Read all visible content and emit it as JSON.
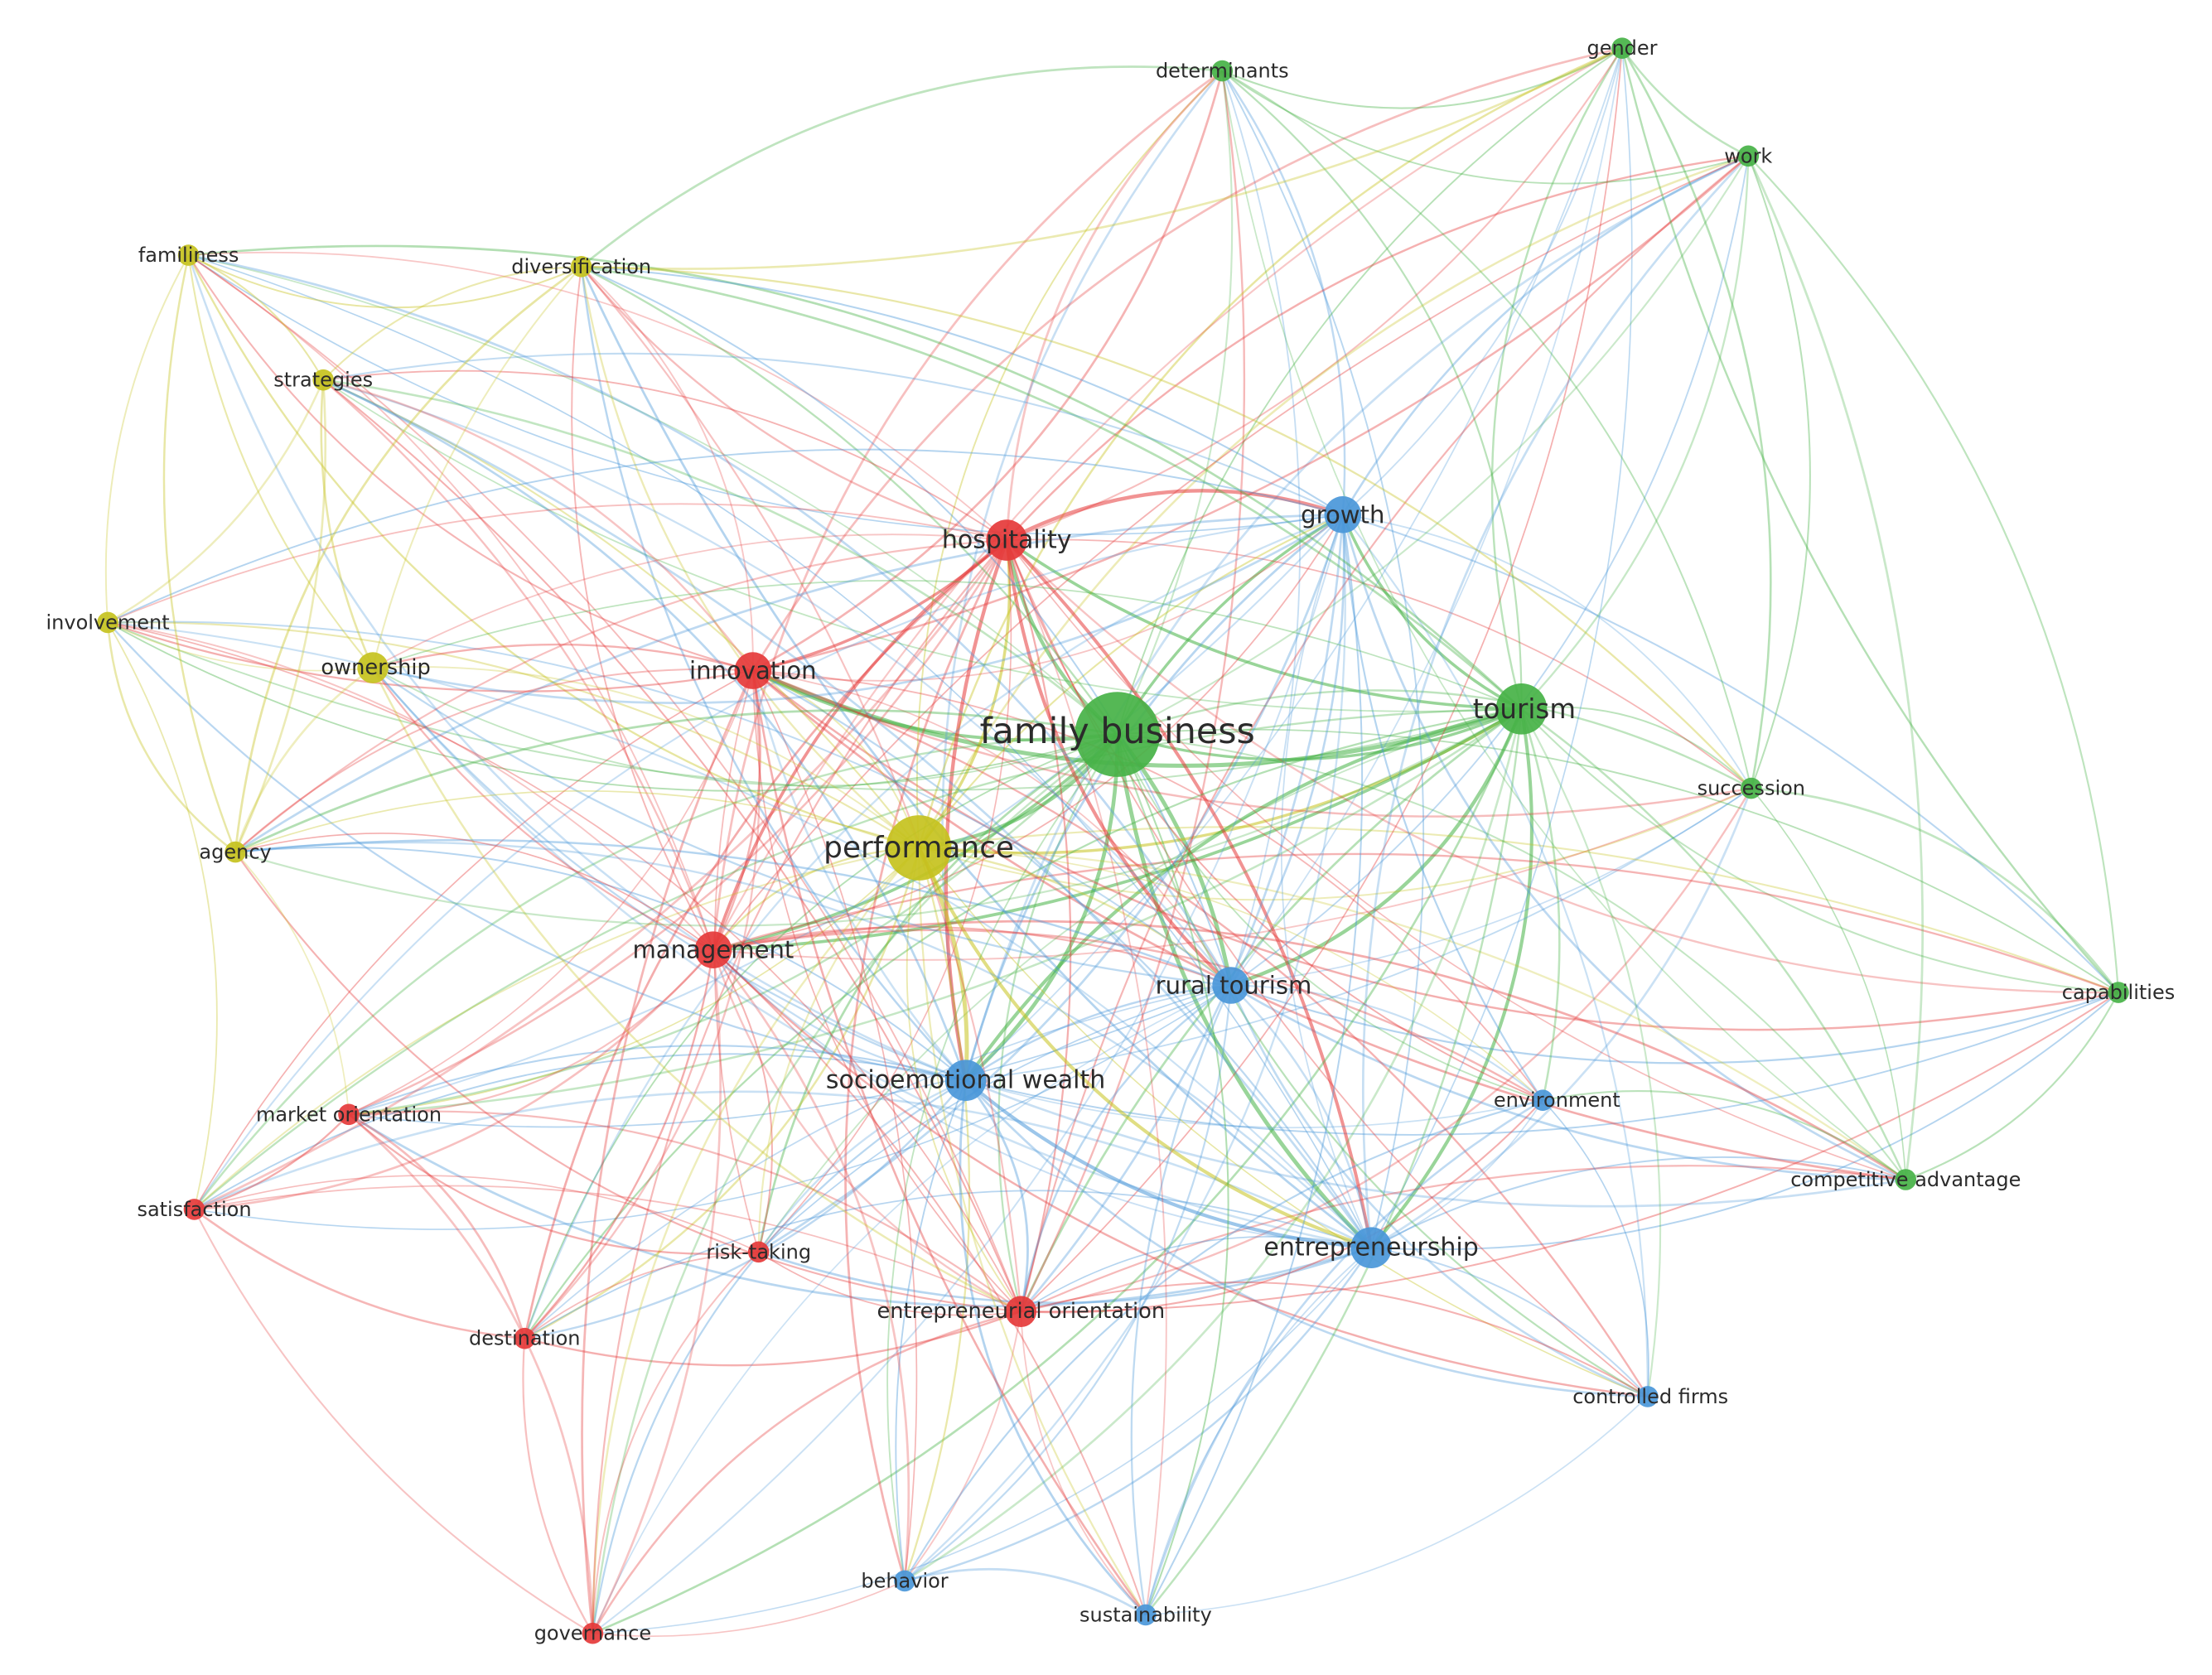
{
  "clusters": {
    "red": "#e53a3a",
    "green": "#46b246",
    "blue": "#4a97d9",
    "yellow": "#c6c21e"
  },
  "nodes": [
    {
      "id": "family-business",
      "label": "family business",
      "cluster": "green",
      "weight": 10
    },
    {
      "id": "tourism",
      "label": "tourism",
      "cluster": "green",
      "weight": 6
    },
    {
      "id": "succession",
      "label": "succession",
      "cluster": "green",
      "weight": 2
    },
    {
      "id": "capabilities",
      "label": "capabilities",
      "cluster": "green",
      "weight": 2
    },
    {
      "id": "competitive-advantage",
      "label": "competitive advantage",
      "cluster": "green",
      "weight": 2
    },
    {
      "id": "determinants",
      "label": "determinants",
      "cluster": "green",
      "weight": 2
    },
    {
      "id": "gender",
      "label": "gender",
      "cluster": "green",
      "weight": 2
    },
    {
      "id": "work",
      "label": "work",
      "cluster": "green",
      "weight": 2
    },
    {
      "id": "hospitality",
      "label": "hospitality",
      "cluster": "red",
      "weight": 5
    },
    {
      "id": "innovation",
      "label": "innovation",
      "cluster": "red",
      "weight": 4
    },
    {
      "id": "management",
      "label": "management",
      "cluster": "red",
      "weight": 4
    },
    {
      "id": "market-orientation",
      "label": "market orientation",
      "cluster": "red",
      "weight": 2
    },
    {
      "id": "satisfaction",
      "label": "satisfaction",
      "cluster": "red",
      "weight": 2
    },
    {
      "id": "risk-taking",
      "label": "risk-taking",
      "cluster": "red",
      "weight": 2
    },
    {
      "id": "destination",
      "label": "destination",
      "cluster": "red",
      "weight": 2
    },
    {
      "id": "entrepreneurial-orientation",
      "label": "entrepreneurial orientation",
      "cluster": "red",
      "weight": 3
    },
    {
      "id": "governance",
      "label": "governance",
      "cluster": "red",
      "weight": 2
    },
    {
      "id": "growth",
      "label": "growth",
      "cluster": "blue",
      "weight": 4
    },
    {
      "id": "rural-tourism",
      "label": "rural tourism",
      "cluster": "blue",
      "weight": 4
    },
    {
      "id": "socioemotional-wealth",
      "label": "socioemotional wealth",
      "cluster": "blue",
      "weight": 5
    },
    {
      "id": "entrepreneurship",
      "label": "entrepreneurship",
      "cluster": "blue",
      "weight": 5
    },
    {
      "id": "environment",
      "label": "environment",
      "cluster": "blue",
      "weight": 2
    },
    {
      "id": "controlled-firms",
      "label": "controlled firms",
      "cluster": "blue",
      "weight": 2
    },
    {
      "id": "behavior",
      "label": "behavior",
      "cluster": "blue",
      "weight": 2
    },
    {
      "id": "sustainability",
      "label": "sustainability",
      "cluster": "blue",
      "weight": 2
    },
    {
      "id": "familiness",
      "label": "familiness",
      "cluster": "yellow",
      "weight": 2
    },
    {
      "id": "diversification",
      "label": "diversification",
      "cluster": "yellow",
      "weight": 2
    },
    {
      "id": "strategies",
      "label": "strategies",
      "cluster": "yellow",
      "weight": 2
    },
    {
      "id": "involvement",
      "label": "involvement",
      "cluster": "yellow",
      "weight": 2
    },
    {
      "id": "ownership",
      "label": "ownership",
      "cluster": "yellow",
      "weight": 3
    },
    {
      "id": "agency",
      "label": "agency",
      "cluster": "yellow",
      "weight": 2
    },
    {
      "id": "performance",
      "label": "performance",
      "cluster": "yellow",
      "weight": 7
    }
  ]
}
